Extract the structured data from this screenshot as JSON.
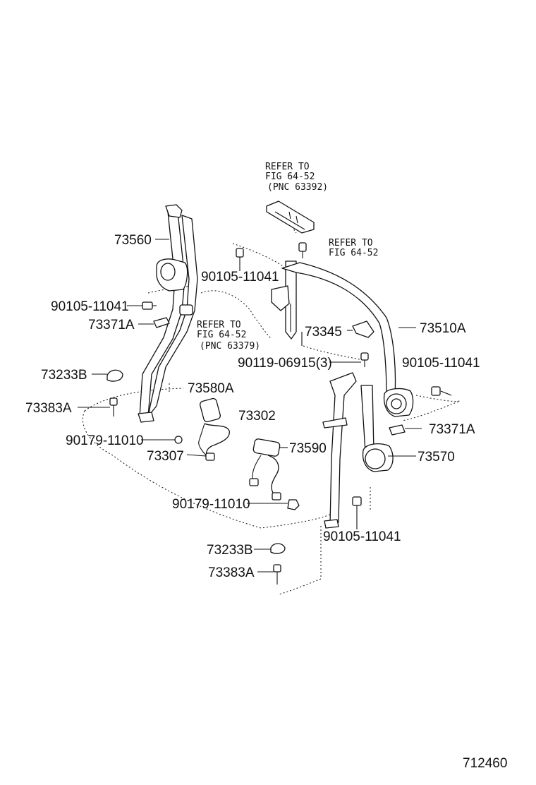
{
  "labels": {
    "p73560": "73560",
    "b90105_a": "90105-11041",
    "b90105_b": "90105-11041",
    "b90105_c": "90105-11041",
    "b90105_d": "90105-11041",
    "p73371A_l": "73371A",
    "p73371A_r": "73371A",
    "p73233B_l": "73233B",
    "p73233B_b": "73233B",
    "p73383A_l": "73383A",
    "p73383A_b": "73383A",
    "p73580A": "73580A",
    "p73302": "73302",
    "p73590": "73590",
    "p73307": "73307",
    "n90179_a": "90179-11010",
    "n90179_b": "90179-11010",
    "p73345": "73345",
    "b90119": "90119-06915(3)",
    "p73510A": "73510A",
    "p73570": "73570",
    "figure_number": "712460"
  },
  "notes": {
    "top_line1": "REFER TO",
    "top_line2": "FIG 64-52",
    "top_line3": "(PNC 63392)",
    "right_line1": "REFER TO",
    "right_line2": "FIG 64-52",
    "mid_line1": "REFER TO",
    "mid_line2": "FIG 64-52",
    "mid_line3": "(PNC 63379)"
  }
}
